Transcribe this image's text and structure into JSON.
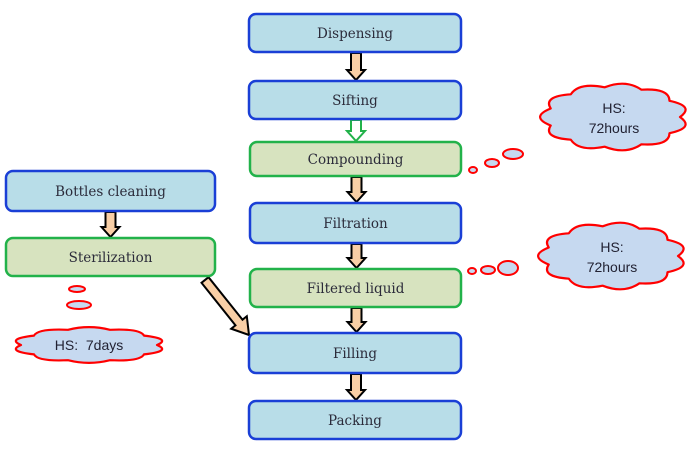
{
  "title": "Manufacturing process flow with hold status",
  "colors": {
    "blue_box_fill": "#b8dde8",
    "blue_box_stroke": "#1a3fd6",
    "green_box_fill": "#d7e3bf",
    "green_box_stroke": "#22b24a",
    "arrow_fill": "#f9cfa6",
    "arrow_stroke": "#000000",
    "green_arrow_fill": "#ffffff",
    "green_arrow_stroke": "#22b24a",
    "cloud_fill": "#c6d9f0",
    "cloud_stroke": "#ff0000"
  },
  "main_flow": [
    {
      "id": "dispensing",
      "label": "Dispensing",
      "style": "blue"
    },
    {
      "id": "sifting",
      "label": "Sifting",
      "style": "blue"
    },
    {
      "id": "compounding",
      "label": "Compounding",
      "style": "green"
    },
    {
      "id": "filtration",
      "label": "Filtration",
      "style": "blue"
    },
    {
      "id": "filtered-liquid",
      "label": "Filtered liquid",
      "style": "green"
    },
    {
      "id": "filling",
      "label": "Filling",
      "style": "blue"
    },
    {
      "id": "packing",
      "label": "Packing",
      "style": "blue"
    }
  ],
  "side_flow": [
    {
      "id": "bottles-cleaning",
      "label": "Bottles cleaning",
      "style": "blue"
    },
    {
      "id": "sterilization",
      "label": "Sterilization",
      "style": "green"
    }
  ],
  "edges": [
    {
      "from": "dispensing",
      "to": "sifting",
      "style": "normal"
    },
    {
      "from": "sifting",
      "to": "compounding",
      "style": "green"
    },
    {
      "from": "compounding",
      "to": "filtration",
      "style": "normal"
    },
    {
      "from": "filtration",
      "to": "filtered-liquid",
      "style": "normal"
    },
    {
      "from": "filtered-liquid",
      "to": "filling",
      "style": "normal"
    },
    {
      "from": "filling",
      "to": "packing",
      "style": "normal"
    },
    {
      "from": "bottles-cleaning",
      "to": "sterilization",
      "style": "normal"
    },
    {
      "from": "sterilization",
      "to": "filling",
      "style": "diagonal"
    }
  ],
  "hold_notes": [
    {
      "attached_to": "compounding",
      "line1": "HS:",
      "line2": "72hours"
    },
    {
      "attached_to": "filtered-liquid",
      "line1": "HS:",
      "line2": "72hours"
    },
    {
      "attached_to": "sterilization",
      "line1": "HS:  7days",
      "line2": ""
    }
  ]
}
